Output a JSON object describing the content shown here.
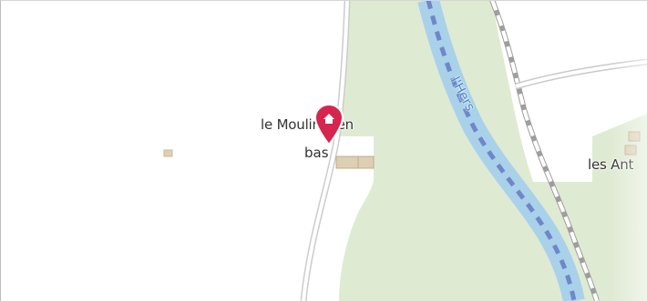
{
  "map": {
    "labels": {
      "place_main_line1": "le Moulin d'en",
      "place_main_line2": "bas",
      "place_right": "les Ant",
      "river": "l'Hers"
    },
    "marker": {
      "icon": "map-pin-icon",
      "color": "#d6254f"
    },
    "colors": {
      "background": "#ffffff",
      "woodland": "#dfead3",
      "water": "#a9d1ea",
      "water_dash": "#6f87c9",
      "road": "#cfcfcf",
      "building": "#dccfb4"
    }
  }
}
